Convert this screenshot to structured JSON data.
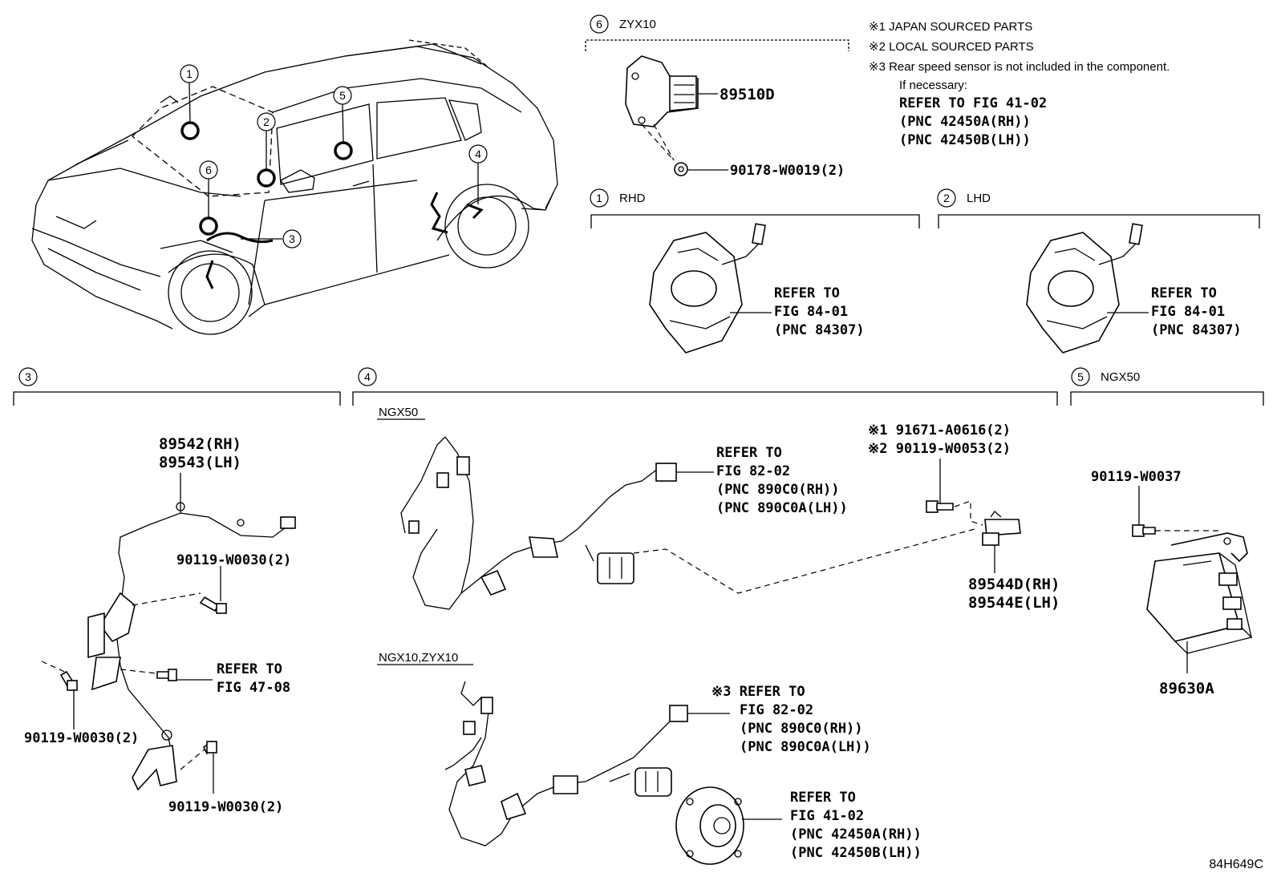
{
  "diagram_code": "84H649C",
  "notes": {
    "n1": "※1 JAPAN SOURCED PARTS",
    "n2": "※2 LOCAL SOURCED PARTS",
    "n3": "※3 Rear speed sensor is not included in the component.",
    "n4": "If necessary:",
    "n5": "REFER TO FIG 41-02",
    "n6": "(PNC 42450A(RH))",
    "n7": "(PNC 42450B(LH))"
  },
  "callouts": [
    "1",
    "2",
    "3",
    "4",
    "5",
    "6"
  ],
  "sections": {
    "s6": {
      "num": "6",
      "label": "ZYX10",
      "part": "89510D",
      "bolt": "90178-W0019(2)"
    },
    "s1": {
      "num": "1",
      "label": "RHD",
      "ref1": "REFER TO",
      "ref2": "FIG 84-01",
      "ref3": "(PNC 84307)"
    },
    "s2": {
      "num": "2",
      "label": "LHD",
      "ref1": "REFER TO",
      "ref2": "FIG 84-01",
      "ref3": "(PNC 84307)"
    },
    "s3": {
      "num": "3",
      "part1": "89542(RH)",
      "part2": "89543(LH)",
      "bolt_a": "90119-W0030(2)",
      "ref1": "REFER TO",
      "ref2": "FIG 47-08",
      "bolt_b": "90119-W0030(2)",
      "bolt_c": "90119-W0030(2)"
    },
    "s4": {
      "num": "4",
      "sub1": "NGX50",
      "sub1_ref1": "REFER TO",
      "sub1_ref2": "FIG 82-02",
      "sub1_ref3": "(PNC 890C0(RH))",
      "sub1_ref4": "(PNC 890C0A(LH))",
      "bolt1": "※1 91671-A0616(2)",
      "bolt2": "※2 90119-W0053(2)",
      "part1": "89544D(RH)",
      "part2": "89544E(LH)",
      "sub2": "NGX10,ZYX10",
      "sub2_ref1": "※3 REFER TO",
      "sub2_ref2": "FIG 82-02",
      "sub2_ref3": "(PNC 890C0(RH))",
      "sub2_ref4": "(PNC 890C0A(LH))",
      "hub_ref1": "REFER TO",
      "hub_ref2": "FIG 41-02",
      "hub_ref3": "(PNC 42450A(RH))",
      "hub_ref4": "(PNC 42450B(LH))"
    },
    "s5": {
      "num": "5",
      "label": "NGX50",
      "bolt": "90119-W0037",
      "part": "89630A"
    }
  }
}
